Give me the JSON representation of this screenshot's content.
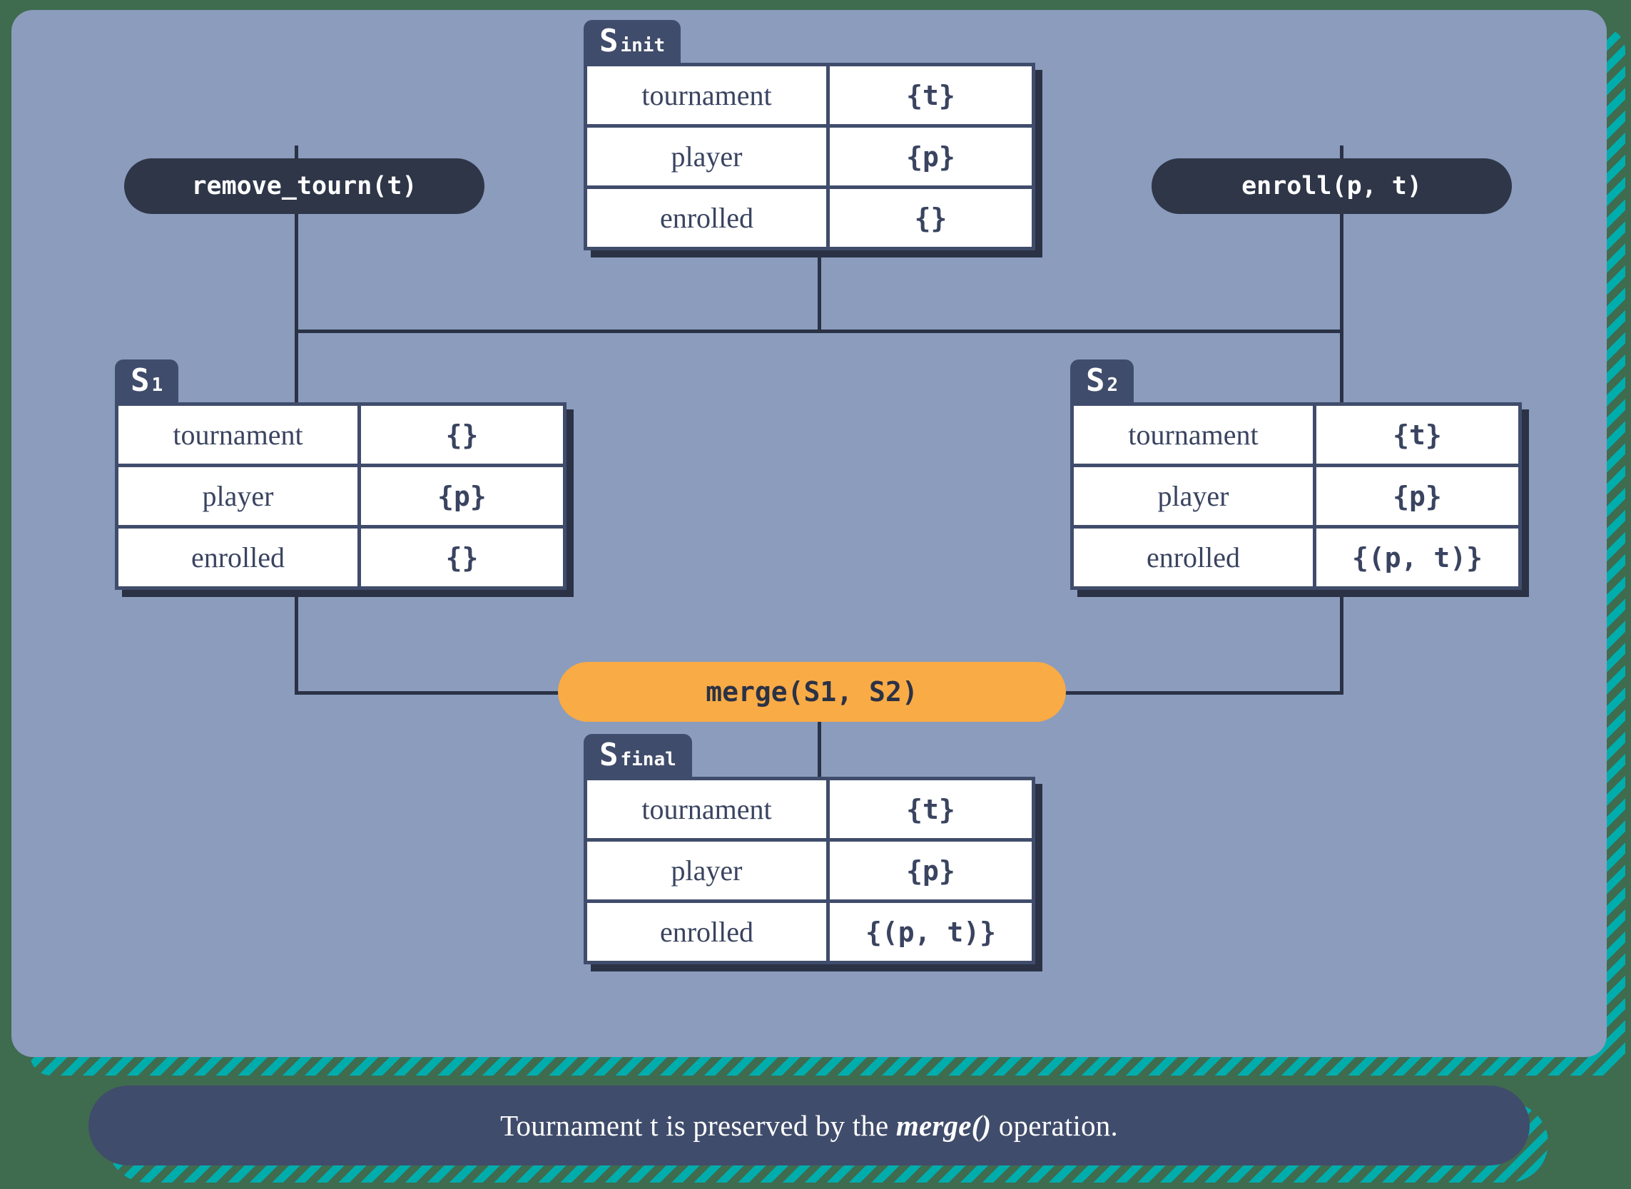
{
  "theme": {
    "panel_bg": "#8b9cbd",
    "page_bg": "#3f6b4f",
    "stripe": "#00adad",
    "dark": "#2e3648",
    "table_border": "#404c6b",
    "table_shadow": "#2b3245",
    "accent": "#f9ab46",
    "cell_bg": "#ffffff",
    "text_dark": "#3a4460"
  },
  "states": {
    "init": {
      "tab_main": "S",
      "tab_sub": "init",
      "rows": [
        {
          "key": "tournament",
          "value": "{t}"
        },
        {
          "key": "player",
          "value": "{p}"
        },
        {
          "key": "enrolled",
          "value": "{}"
        }
      ]
    },
    "s1": {
      "tab_main": "S",
      "tab_sub": "1",
      "rows": [
        {
          "key": "tournament",
          "value": "{}"
        },
        {
          "key": "player",
          "value": "{p}"
        },
        {
          "key": "enrolled",
          "value": "{}"
        }
      ]
    },
    "s2": {
      "tab_main": "S",
      "tab_sub": "2",
      "rows": [
        {
          "key": "tournament",
          "value": "{t}"
        },
        {
          "key": "player",
          "value": "{p}"
        },
        {
          "key": "enrolled",
          "value": "{(p, t)}"
        }
      ]
    },
    "final": {
      "tab_main": "S",
      "tab_sub": "final",
      "rows": [
        {
          "key": "tournament",
          "value": "{t}"
        },
        {
          "key": "player",
          "value": "{p}"
        },
        {
          "key": "enrolled",
          "value": "{(p, t)}"
        }
      ]
    }
  },
  "operations": {
    "remove_tourn": "remove_tourn(t)",
    "enroll": "enroll(p, t)",
    "merge": "merge(S1, S2)"
  },
  "caption": {
    "prefix": "Tournament t is preserved by the ",
    "emphasis": "merge()",
    "suffix": " operation."
  }
}
